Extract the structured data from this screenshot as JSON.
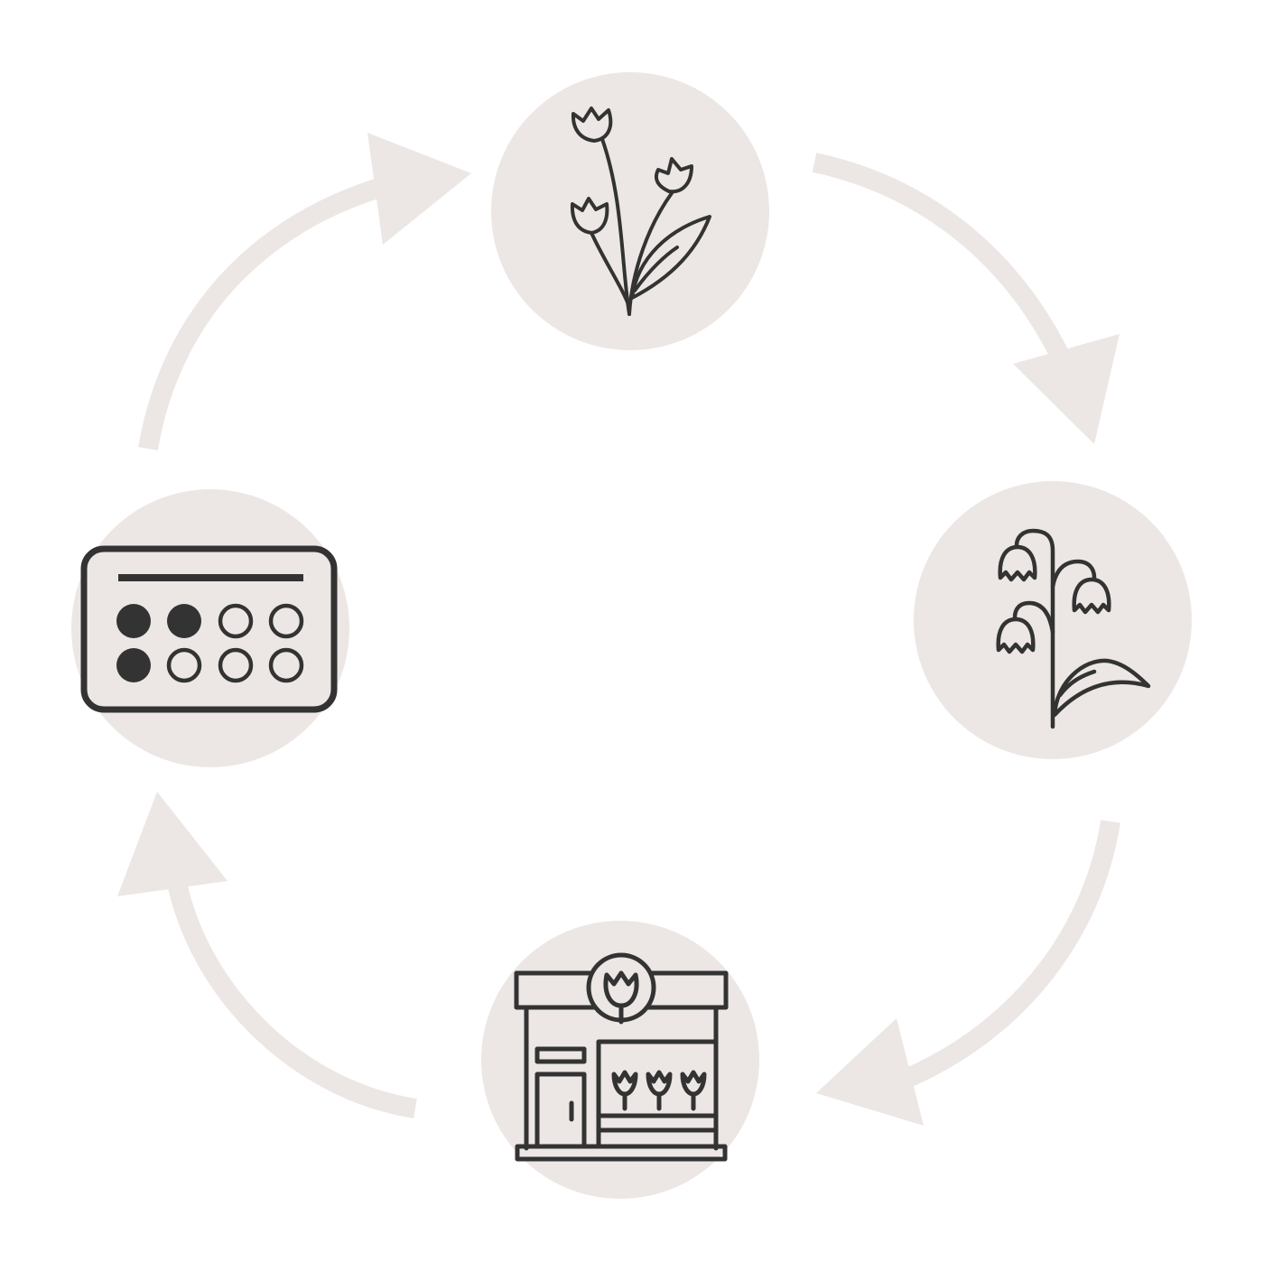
{
  "diagram": {
    "type": "cycle",
    "direction": "clockwise",
    "nodes": [
      {
        "id": "tulips",
        "icon": "tulip-flowers-icon"
      },
      {
        "id": "lily-of-the-valley",
        "icon": "lily-of-the-valley-icon"
      },
      {
        "id": "flower-shop",
        "icon": "flower-shop-icon"
      },
      {
        "id": "seed-tray",
        "icon": "seed-tray-icon"
      }
    ],
    "arrows": [
      {
        "from": "tulips",
        "to": "lily-of-the-valley"
      },
      {
        "from": "lily-of-the-valley",
        "to": "flower-shop"
      },
      {
        "from": "flower-shop",
        "to": "seed-tray"
      },
      {
        "from": "seed-tray",
        "to": "tulips"
      }
    ]
  },
  "colors": {
    "background": "#ffffff",
    "node_fill": "#ece7e4",
    "arrow": "#ece7e4",
    "icon_stroke": "#333333",
    "icon_fill_dark": "#333333"
  }
}
